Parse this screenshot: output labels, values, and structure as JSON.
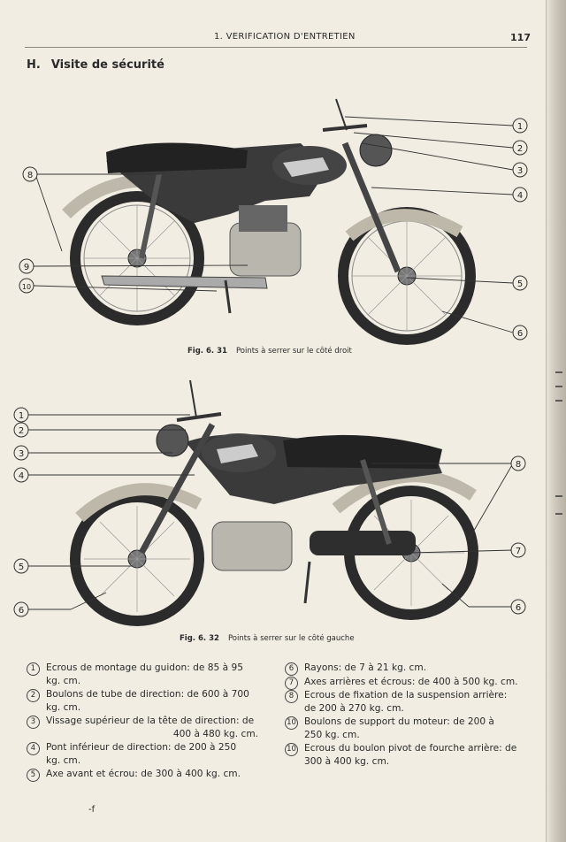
{
  "header": {
    "chapter": "1. VERIFICATION D'ENTRETIEN",
    "page": "117"
  },
  "section": {
    "letter": "H.",
    "title": "Visite de sécurité"
  },
  "figure1": {
    "label": "Fig. 6. 31",
    "caption": "Points à serrer sur le côté droit",
    "callouts_right": [
      "1",
      "2",
      "3",
      "4",
      "5",
      "6"
    ],
    "callouts_left": [
      "8",
      "9",
      "10"
    ]
  },
  "figure2": {
    "label": "Fig. 6. 32",
    "caption": "Points à serrer sur le côté gauche",
    "callouts_left": [
      "1",
      "2",
      "3",
      "4",
      "5",
      "6"
    ],
    "callouts_right": [
      "8",
      "7",
      "6"
    ]
  },
  "legend_left": [
    {
      "num": "1",
      "lines": [
        "Ecrous de montage du guidon: de 85 à 95",
        "kg. cm."
      ]
    },
    {
      "num": "2",
      "lines": [
        "Boulons de tube de direction: de 600 à 700",
        "kg. cm."
      ]
    },
    {
      "num": "3",
      "lines": [
        "Vissage supérieur de la tête de direction: de",
        "400 à 480 kg. cm."
      ]
    },
    {
      "num": "4",
      "lines": [
        "Pont inférieur de direction: de 200 à 250",
        "kg. cm."
      ]
    },
    {
      "num": "5",
      "lines": [
        "Axe avant et écrou: de 300 à 400 kg. cm."
      ]
    }
  ],
  "legend_right": [
    {
      "num": "6",
      "lines": [
        "Rayons: de 7 à 21 kg. cm."
      ]
    },
    {
      "num": "7",
      "lines": [
        "Axes arrières et écrous: de 400 à 500 kg. cm."
      ]
    },
    {
      "num": "8",
      "lines": [
        "Ecrous de fixation de la suspension arrière:",
        "de 200 à 270 kg. cm."
      ]
    },
    {
      "num": "10",
      "lines": [
        "Boulons de support du moteur: de 200 à",
        "250 kg. cm."
      ]
    },
    {
      "num": "10",
      "lines": [
        "Ecrous du boulon pivot de fourche arrière: de",
        "300 à 400 kg. cm."
      ]
    }
  ],
  "footer_mark": "-f"
}
